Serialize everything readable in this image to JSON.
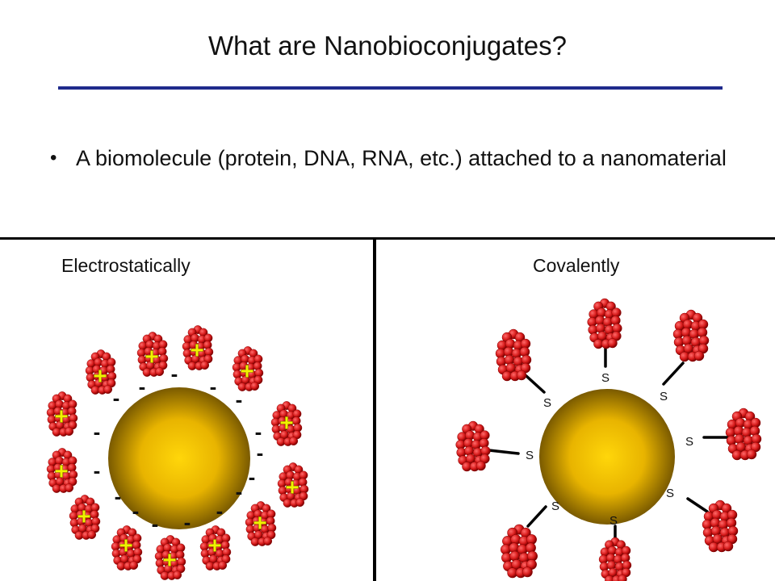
{
  "slide": {
    "title": "What are Nanobioconjugates?",
    "bullet_symbol": "•",
    "bullet": "A biomolecule (protein, DNA, RNA, etc.) attached to a nanomaterial"
  },
  "panels": {
    "left": {
      "label": "Electrostatically",
      "positive_symbol": "+",
      "negative_symbol": "-"
    },
    "right": {
      "label": "Covalently",
      "sulfur_symbol": "S"
    }
  },
  "colors": {
    "title_rule": "#1f2a8c",
    "protein_red": "#d71b1b",
    "plus_yellow": "#f2f200",
    "particle_gold": "#e8b400"
  }
}
